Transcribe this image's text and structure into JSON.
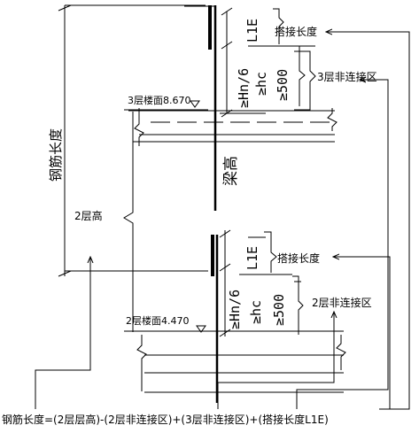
{
  "labels": {
    "rebar_length": "钢筋长度",
    "floor2_height": "2层高",
    "beam_height": "梁高",
    "lap_length_top": "搭接长度",
    "lap_length_bottom": "搭接长度",
    "zone3": "3层非连接区",
    "zone2": "2层非连接区",
    "floor3_level": "3层楼面8.670",
    "floor2_level": "2层楼面4.470",
    "l1e_top": "L1E",
    "l1e_bottom": "L1E",
    "hn6_top": "≥Hn/6",
    "hc_top": "≥hc",
    "min500_top": "≥500",
    "hn6_bottom": "≥Hn/6",
    "hc_bottom": "≥hc",
    "min500_bottom": "≥500"
  },
  "formula": "钢筋长度=(2层层高)-(2层非连接区)+(3层非连接区)+(搭接长度L1E)"
}
